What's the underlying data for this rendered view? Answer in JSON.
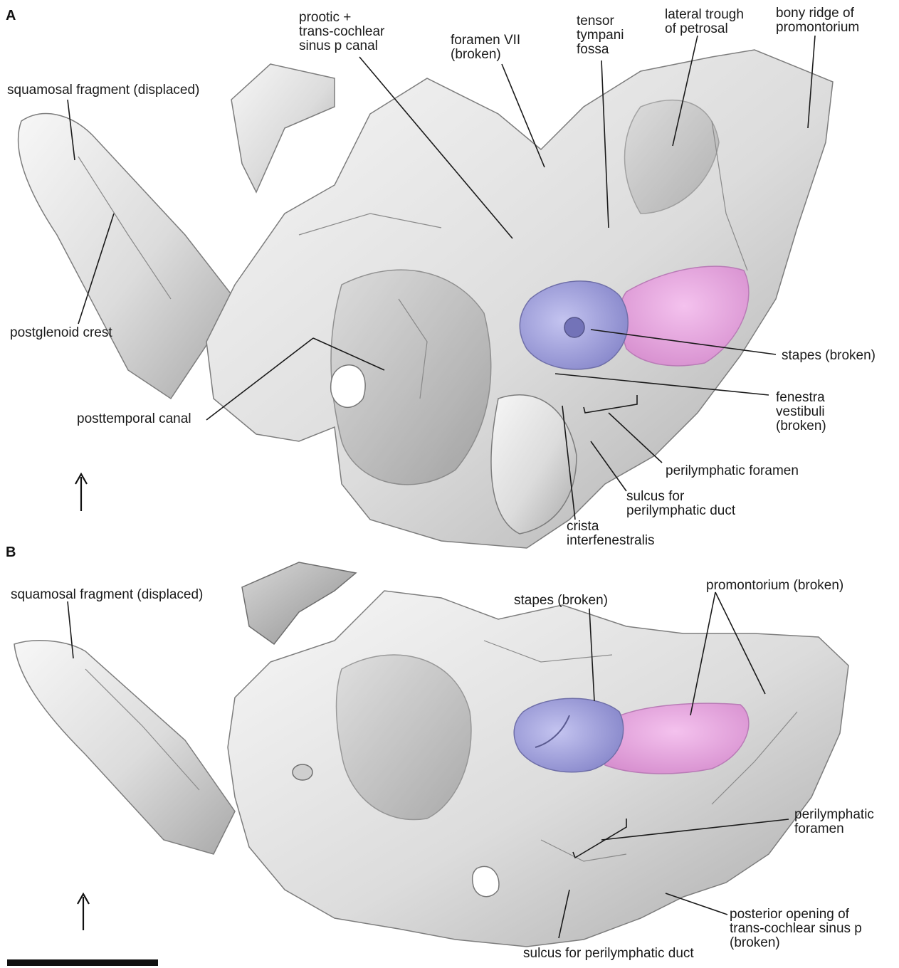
{
  "panels": [
    {
      "letter": "A",
      "labels": [
        {
          "id": "a-squamosal",
          "lines": [
            "squamosal fragment (displaced)"
          ]
        },
        {
          "id": "a-postglenoid",
          "lines": [
            "postglenoid crest"
          ]
        },
        {
          "id": "a-posttemporal",
          "lines": [
            "posttemporal canal"
          ]
        },
        {
          "id": "a-prootic",
          "lines": [
            "prootic +",
            "trans-cochlear",
            "sinus p canal"
          ]
        },
        {
          "id": "a-foramen7",
          "lines": [
            "foramen VII",
            "(broken)"
          ]
        },
        {
          "id": "a-tensor",
          "lines": [
            "tensor",
            "tympani",
            "fossa"
          ]
        },
        {
          "id": "a-lateral-trough",
          "lines": [
            "lateral trough",
            "of petrosal"
          ]
        },
        {
          "id": "a-bony-ridge",
          "lines": [
            "bony ridge of",
            "promontorium"
          ]
        },
        {
          "id": "a-stapes",
          "lines": [
            "stapes (broken)"
          ]
        },
        {
          "id": "a-fenestra",
          "lines": [
            "fenestra",
            "vestibuli",
            "(broken)"
          ]
        },
        {
          "id": "a-perilymphatic-foramen",
          "lines": [
            "perilymphatic foramen"
          ]
        },
        {
          "id": "a-sulcus",
          "lines": [
            "sulcus for",
            "perilymphatic duct"
          ]
        },
        {
          "id": "a-crista",
          "lines": [
            "crista",
            "interfenestralis"
          ]
        }
      ]
    },
    {
      "letter": "B",
      "labels": [
        {
          "id": "b-squamosal",
          "lines": [
            "squamosal fragment (displaced)"
          ]
        },
        {
          "id": "b-stapes",
          "lines": [
            "stapes (broken)"
          ]
        },
        {
          "id": "b-promontorium",
          "lines": [
            "promontorium (broken)"
          ]
        },
        {
          "id": "b-perilymphatic-foramen",
          "lines": [
            "perilymphatic",
            "foramen"
          ]
        },
        {
          "id": "b-posterior-opening",
          "lines": [
            "posterior opening of",
            "trans-cochlear sinus p",
            "(broken)"
          ]
        },
        {
          "id": "b-sulcus",
          "lines": [
            "sulcus for perilymphatic duct"
          ]
        }
      ]
    }
  ],
  "colors": {
    "bone_light": "#f2f2f2",
    "bone_shadow": "#8c8c8c",
    "stapes": "#9b9bdc",
    "promontorium": "#e8a6e0",
    "text": "#1a1a1a",
    "scale_bar": "#111111"
  },
  "icons": {
    "orientation_arrow_a": "up-arrow-icon",
    "orientation_arrow_b": "up-arrow-icon",
    "scale_bar": "scale-bar"
  }
}
